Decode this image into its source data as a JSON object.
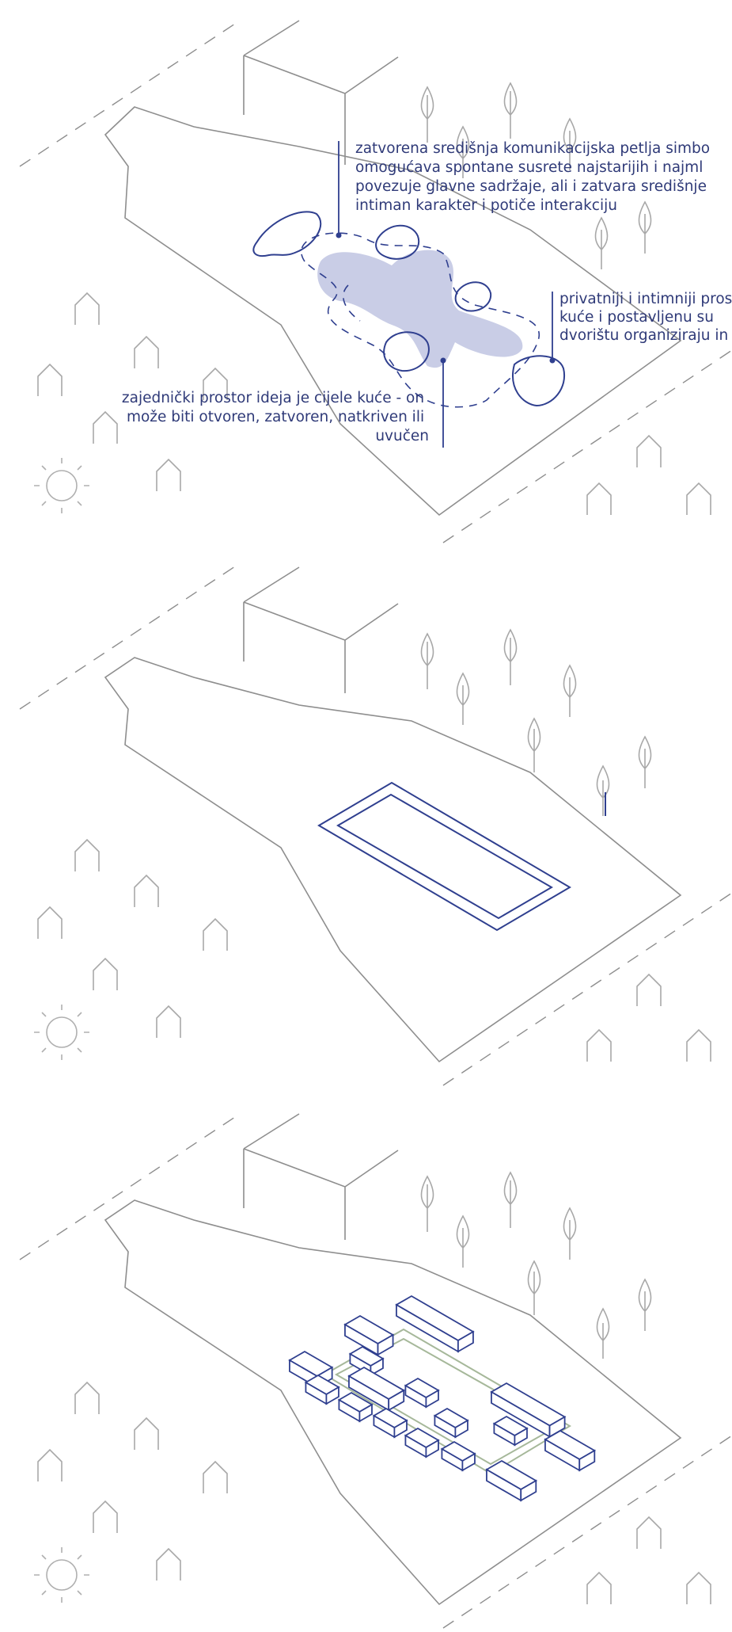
{
  "annotations": {
    "loop": {
      "lines": [
        "zatvorena središnja komunikacijska petlja simbo",
        "omogućava spontane susrete najstarijih i najml",
        "povezuje glavne sadržaje, ali i zatvara središnje",
        "intiman karakter i potiče interakciju"
      ]
    },
    "private": {
      "lines": [
        "privatniji i intimniji pros",
        "kuće i postavljenu su",
        "dvorištu organiziraju in"
      ]
    },
    "shared": {
      "lines": [
        "zajednički prostor ideja je cijele kuće - on",
        "može biti otvoren, zatvoren, natkriven ili",
        "uvučen"
      ]
    }
  },
  "colors": {
    "accent_blue": "#2f3f8f",
    "blob_fill": "#c9cde6",
    "context_grey": "#8e8e8e",
    "path_green": "#a6b89a"
  },
  "icons": [
    "tree-icon",
    "house-icon",
    "sun-icon"
  ]
}
